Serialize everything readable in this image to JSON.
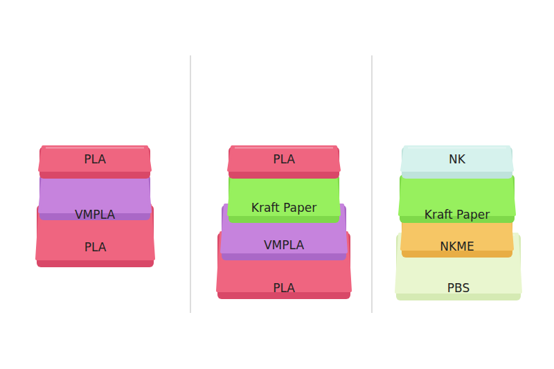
{
  "diagram": {
    "nodes": [
      {
        "text": [
          "PLA"
        ]
      },
      {
        "text": [
          "VMPLA"
        ]
      },
      {
        "text": [
          "PLA"
        ]
      },
      {
        "text": [
          "PLA"
        ]
      },
      {
        "text": [
          "Kraft Paper"
        ]
      },
      {
        "text": [
          "VMPLA"
        ]
      },
      {
        "text": [
          "PLA"
        ]
      },
      {
        "text": [
          "NK"
        ]
      },
      {
        "text": [
          "Kraft Paper"
        ]
      },
      {
        "text": [
          "NKME"
        ]
      },
      {
        "text": [
          "PBS"
        ]
      }
    ]
  }
}
